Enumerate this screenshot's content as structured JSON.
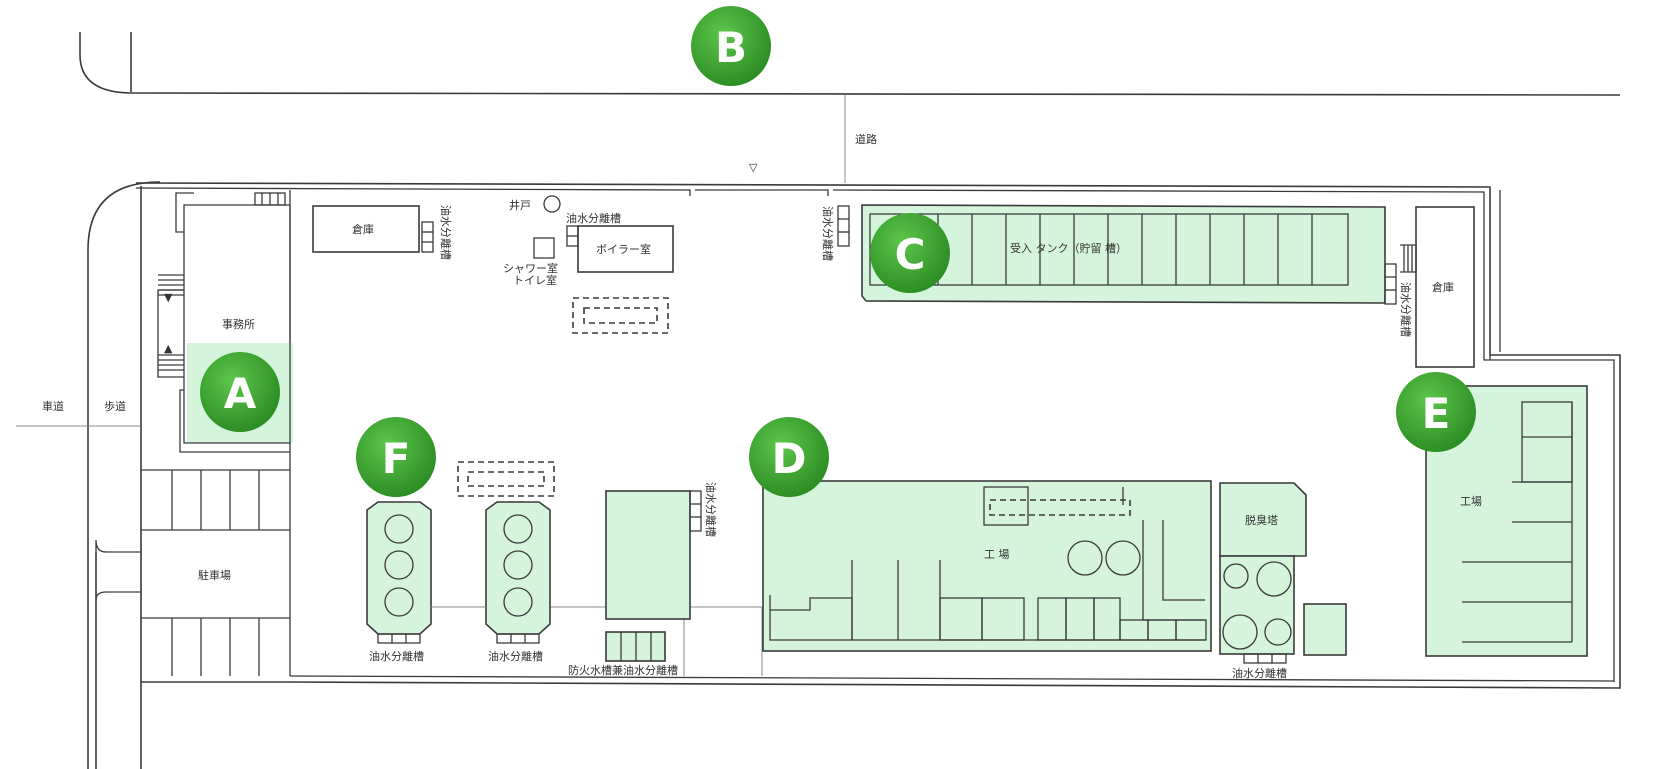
{
  "labels": {
    "road": "道路",
    "carriageway": "車道",
    "sidewalk": "歩道",
    "office": "事務所",
    "parking": "駐車場",
    "warehouse_left": "倉庫",
    "warehouse_right": "倉庫",
    "well": "井戸",
    "boiler_room": "ボイラー室",
    "shower_toilet_line1": "シャワー室",
    "shower_toilet_line2": "トイレ室",
    "receiving_tank": "受入 タンク（貯留 槽）",
    "factory_d": "工 場",
    "factory_e": "工場",
    "deodorizing_tower": "脱臭塔",
    "separator": "油水分離槽",
    "fire_tank": "防火水槽兼油水分離槽",
    "triangle_mark": "▽"
  },
  "badges": [
    "A",
    "B",
    "C",
    "D",
    "E",
    "F"
  ],
  "colors": {
    "badge_green": "#3a9e2c",
    "zone_green": "#d4f5dc",
    "line": "#3a3a3a"
  }
}
